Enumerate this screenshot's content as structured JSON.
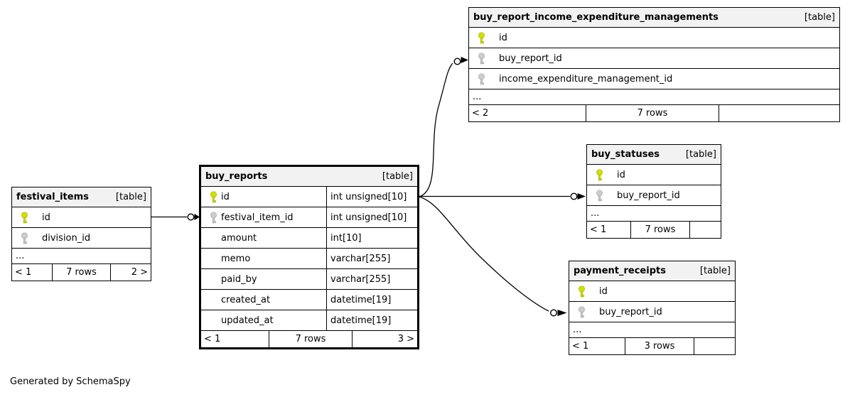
{
  "generated_note": "Generated by SchemaSpy",
  "colors": {
    "pk_key": "#d4de00",
    "fk_key": "#cccccc",
    "header_bg": "#f2f2f2",
    "border": "#000000",
    "line": "#000000"
  },
  "tables": [
    {
      "name": "festival_items",
      "tag": "[table]",
      "columns": [
        {
          "name": "id",
          "key": "pk"
        },
        {
          "name": "division_id",
          "key": "fk"
        }
      ],
      "ellipsis": "...",
      "footer": {
        "left": "< 1",
        "center": "7 rows",
        "right": "2 >"
      }
    },
    {
      "name": "buy_reports",
      "tag": "[table]",
      "columns": [
        {
          "name": "id",
          "type": "int unsigned[10]",
          "key": "pk"
        },
        {
          "name": "festival_item_id",
          "type": "int unsigned[10]",
          "key": "fk"
        },
        {
          "name": "amount",
          "type": "int[10]",
          "key": ""
        },
        {
          "name": "memo",
          "type": "varchar[255]",
          "key": ""
        },
        {
          "name": "paid_by",
          "type": "varchar[255]",
          "key": ""
        },
        {
          "name": "created_at",
          "type": "datetime[19]",
          "key": ""
        },
        {
          "name": "updated_at",
          "type": "datetime[19]",
          "key": ""
        }
      ],
      "footer": {
        "left": "< 1",
        "center": "7 rows",
        "right": "3 >"
      }
    },
    {
      "name": "buy_report_income_expenditure_managements",
      "tag": "[table]",
      "columns": [
        {
          "name": "id",
          "key": "pk"
        },
        {
          "name": "buy_report_id",
          "key": "fk"
        },
        {
          "name": "income_expenditure_management_id",
          "key": "fk"
        }
      ],
      "ellipsis": "...",
      "footer": {
        "left": "< 2",
        "center": "7 rows",
        "right": ""
      }
    },
    {
      "name": "buy_statuses",
      "tag": "[table]",
      "columns": [
        {
          "name": "id",
          "key": "pk"
        },
        {
          "name": "buy_report_id",
          "key": "fk"
        }
      ],
      "ellipsis": "...",
      "footer": {
        "left": "< 1",
        "center": "7 rows",
        "right": ""
      }
    },
    {
      "name": "payment_receipts",
      "tag": "[table]",
      "columns": [
        {
          "name": "id",
          "key": "pk"
        },
        {
          "name": "buy_report_id",
          "key": "fk"
        }
      ],
      "ellipsis": "...",
      "footer": {
        "left": "< 1",
        "center": "3 rows",
        "right": ""
      }
    }
  ],
  "relationships": [
    {
      "from": "festival_items.id",
      "to": "buy_reports.festival_item_id"
    },
    {
      "from": "buy_reports.id",
      "to": "buy_report_income_expenditure_managements.buy_report_id"
    },
    {
      "from": "buy_reports.id",
      "to": "buy_statuses.buy_report_id"
    },
    {
      "from": "buy_reports.id",
      "to": "payment_receipts.buy_report_id"
    }
  ]
}
